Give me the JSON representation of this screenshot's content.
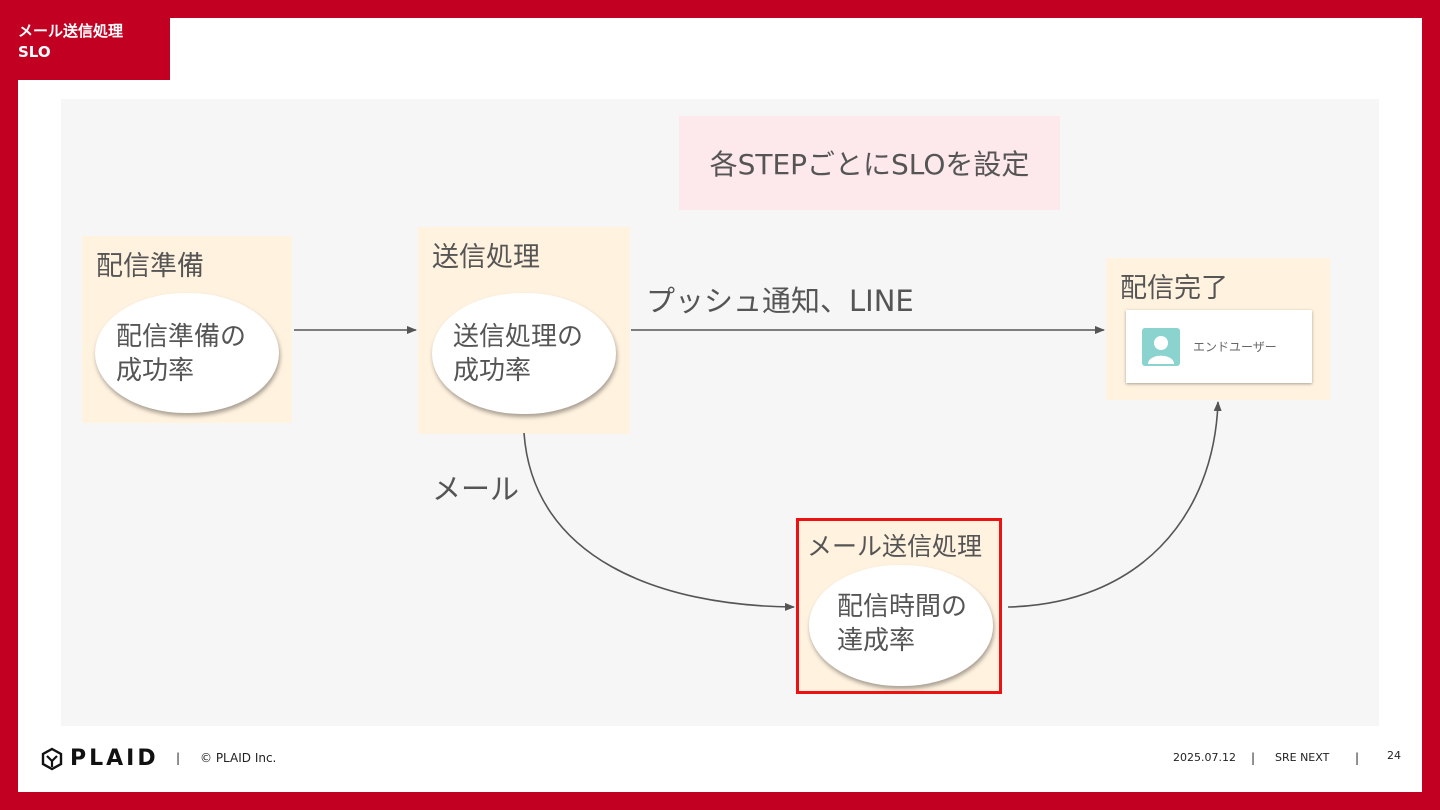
{
  "header": {
    "title_line1": "メール送信処理",
    "title_line2": "SLO"
  },
  "banner": {
    "text": "各STEPごとにSLOを設定"
  },
  "stages": {
    "prep": {
      "label": "配信準備",
      "oval_line1": "配信準備の",
      "oval_line2": "成功率"
    },
    "send": {
      "label": "送信処理",
      "oval_line1": "送信処理の",
      "oval_line2": "成功率"
    },
    "mail": {
      "label": "メール送信処理",
      "oval_line1": "配信時間の",
      "oval_line2": "達成率"
    },
    "done": {
      "label": "配信完了",
      "user_label": "エンドユーザー"
    }
  },
  "edges": {
    "push_label": "プッシュ通知、LINE",
    "mail_label": "メール"
  },
  "footer": {
    "logo": "PLAID",
    "copyright": "© PLAID Inc.",
    "date": "2025.07.12",
    "event": "SRE NEXT",
    "page": "24",
    "separator": "|"
  },
  "colors": {
    "brand_red": "#c20022",
    "stage_fill": "#fff2df",
    "banner_fill": "#fde9ec",
    "highlight_border": "#ee1111",
    "avatar": "#8ad3cf"
  },
  "icons": {
    "logo": "plaid-logo-icon",
    "user": "user-avatar-icon"
  }
}
